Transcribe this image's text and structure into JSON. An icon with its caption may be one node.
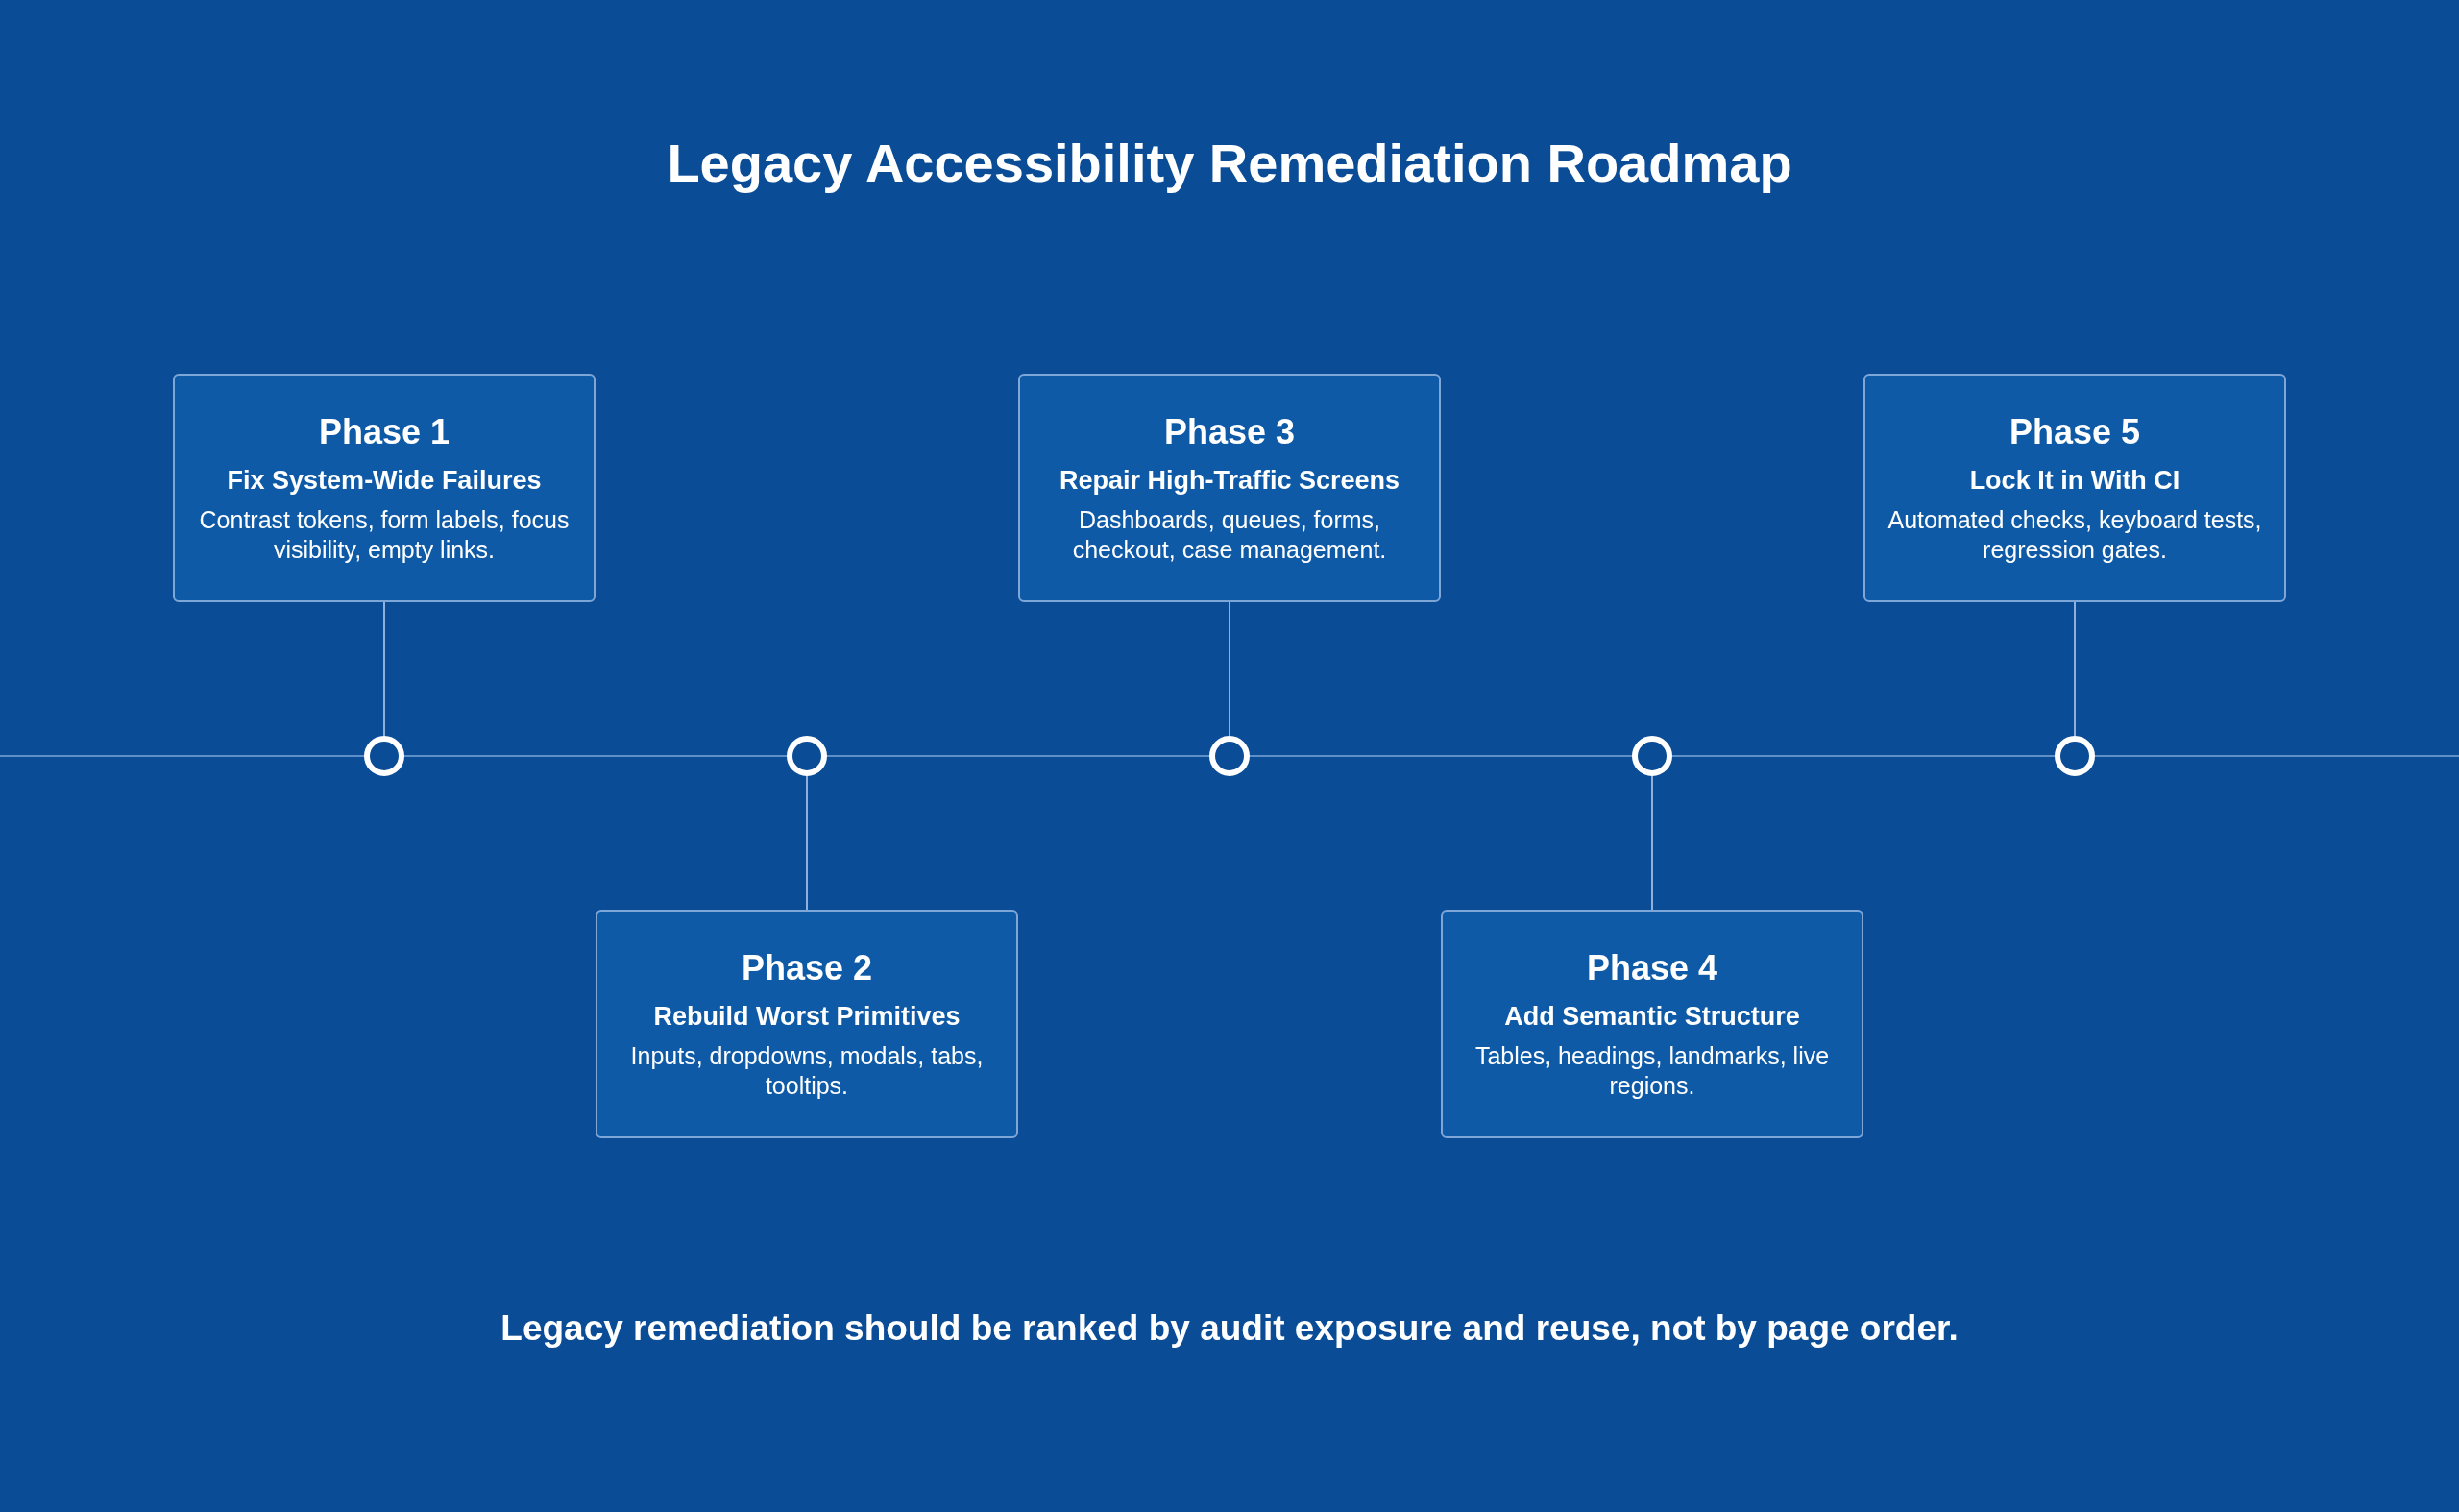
{
  "diagram": {
    "title": "Legacy Accessibility Remediation Roadmap",
    "nodes": [
      {
        "text": [
          "Phase 1",
          "Fix System-Wide Failures",
          "Contrast tokens, form labels, focus visibility, empty links."
        ]
      },
      {
        "text": [
          "Phase 2",
          "Rebuild Worst Primitives",
          "Inputs, dropdowns, modals, tabs, tooltips."
        ]
      },
      {
        "text": [
          "Phase 3",
          "Repair High-Traffic Screens",
          "Dashboards, queues, forms, checkout, case management."
        ]
      },
      {
        "text": [
          "Phase 4",
          "Add Semantic Structure",
          "Tables, headings, landmarks, live regions."
        ]
      },
      {
        "text": [
          "Phase 5",
          "Lock It in With CI",
          "Automated checks, keyboard tests, regression gates."
        ]
      },
      {
        "text": [],
        "shape": "circle"
      },
      {
        "text": [],
        "shape": "circle"
      },
      {
        "text": [],
        "shape": "circle"
      },
      {
        "text": [],
        "shape": "circle"
      },
      {
        "text": [],
        "shape": "circle"
      }
    ],
    "edges": [
      {
        "from": 0,
        "to": 5,
        "arrow": "none"
      },
      {
        "from": 1,
        "to": 6,
        "arrow": "none"
      },
      {
        "from": 2,
        "to": 7,
        "arrow": "none"
      },
      {
        "from": 3,
        "to": 8,
        "arrow": "none"
      },
      {
        "from": 4,
        "to": 9,
        "arrow": "none"
      }
    ],
    "caption": "Legacy remediation should be ranked by audit exposure and reuse, not by page order."
  }
}
